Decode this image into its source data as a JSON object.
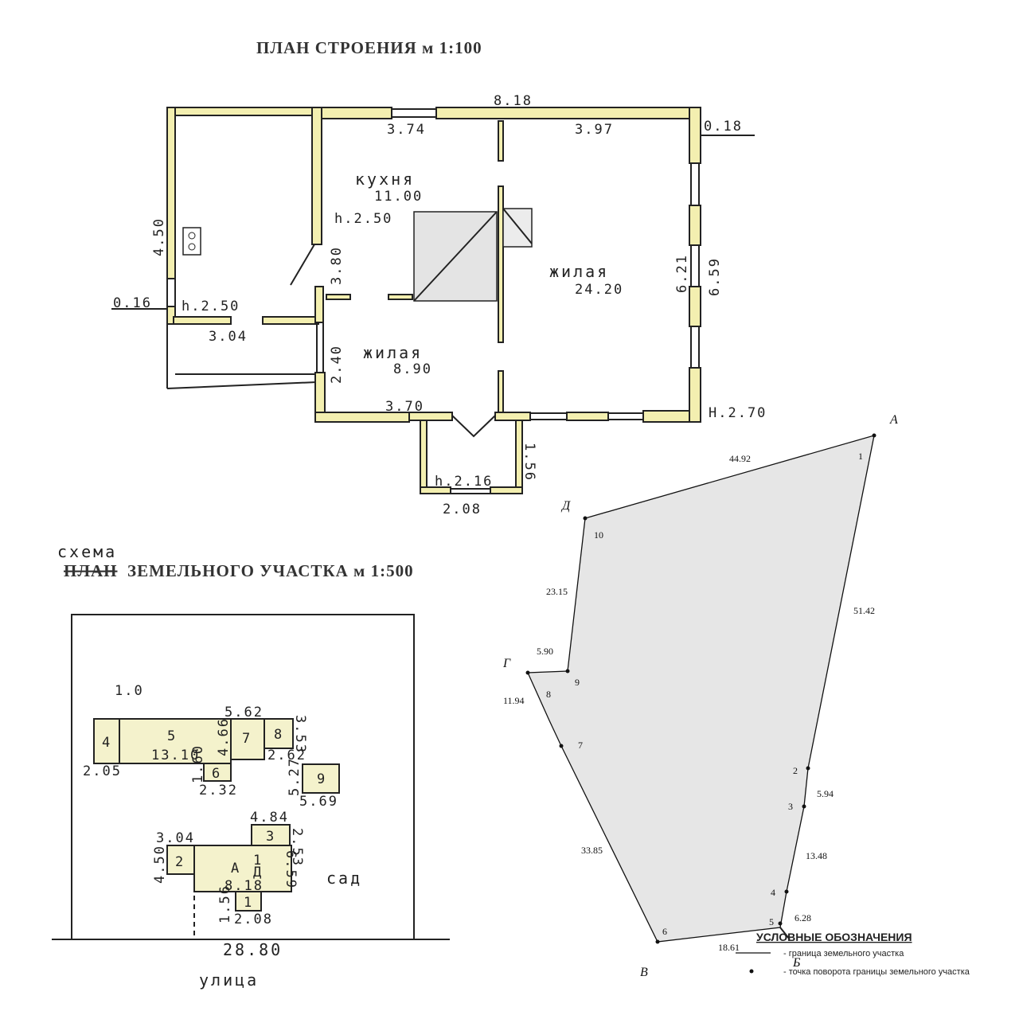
{
  "building_plan": {
    "title": "ПЛАН СТРОЕНИЯ м 1:100",
    "dims": {
      "top_total": "8.18",
      "top_left": "3.74",
      "top_right": "3.97",
      "wall": "0.18",
      "left_height": "4.50",
      "left_wall": "0.16",
      "left_h": "h.2.50",
      "left_bottom": "3.04",
      "mid_vertical": "3.80",
      "mid_h": "h.2.50",
      "mid_lower": "2.40",
      "right_inner": "6.21",
      "right_outer": "6.59",
      "right_h": "H.2.70",
      "bottom": "3.70",
      "porch_h": "h.2.16",
      "porch_width": "2.08",
      "porch_depth": "1.56"
    },
    "rooms": [
      {
        "name": "кухня",
        "area": "11.00"
      },
      {
        "name": "жилая",
        "area": "24.20"
      },
      {
        "name": "жилая",
        "area": "8.90"
      }
    ]
  },
  "site_plan": {
    "title_struck": "ПЛАН",
    "title_handwritten": "схема",
    "title": "ЗЕМЕЛЬНОГО УЧАСТКА м 1:500",
    "street": "улица",
    "garden": "сад",
    "front_width": "28.80",
    "buildings": {
      "b4": "4",
      "b5": "5",
      "b6": "6",
      "b7": "7",
      "b8": "8",
      "b9": "9",
      "b3": "3",
      "b2": "2",
      "bA": "А",
      "b1": "1",
      "bA_frac_top": "1",
      "bA_frac_bottom": "Д"
    },
    "dims": {
      "d10": "1.0",
      "d205": "2.05",
      "d1310": "13.10",
      "d466": "4.66",
      "d562": "5.62",
      "d353": "3.53",
      "d262": "2.62",
      "d160": "1.60",
      "d232": "2.32",
      "d527": "5.27",
      "d569": "5.69",
      "d484": "4.84",
      "d253": "2.53",
      "d304": "3.04",
      "d450": "4.50",
      "d818": "8.18",
      "d659": "6.59",
      "d156": "1.56",
      "d208": "2.08"
    }
  },
  "boundary_plot": {
    "corners": {
      "A": "А",
      "B": "Б",
      "V": "В",
      "G": "Г",
      "D": "Д"
    },
    "points": [
      "1",
      "2",
      "3",
      "4",
      "5",
      "6",
      "7",
      "8",
      "9",
      "10"
    ],
    "segments": {
      "s1_10": "44.92",
      "s10_9": "23.15",
      "s9_8": "5.90",
      "s8_7": "11.94",
      "s7_6": "33.85",
      "s6_5": "18.61",
      "s5_4": "6.28",
      "s4_3": "13.48",
      "s3_2": "5.94",
      "s2_1": "51.42"
    },
    "fill_color": "#e6e6e6"
  },
  "legend": {
    "title": "УСЛОВНЫЕ ОБОЗНАЧЕНИЯ",
    "items": [
      {
        "label": "- граница земельного участка"
      },
      {
        "label": "- точка поворота границы земельного участка"
      }
    ]
  }
}
